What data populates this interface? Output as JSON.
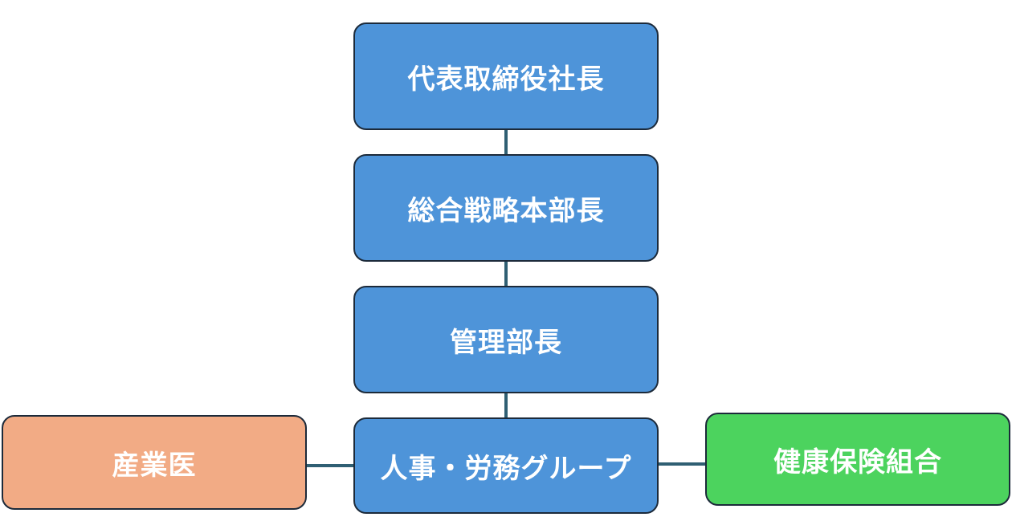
{
  "org_chart": {
    "nodes": {
      "ceo": {
        "label": "代表取締役社長",
        "color": "#4e94d9"
      },
      "strategy_head": {
        "label": "総合戦略本部長",
        "color": "#4e94d9"
      },
      "admin_head": {
        "label": "管理部長",
        "color": "#4e94d9"
      },
      "hr_group": {
        "label": "人事・労務グループ",
        "color": "#4e94d9"
      },
      "occupational_physician": {
        "label": "産業医",
        "color": "#f2ab85"
      },
      "health_insurance": {
        "label": "健康保険組合",
        "color": "#4cd35e"
      }
    },
    "edges": [
      [
        "ceo",
        "strategy_head"
      ],
      [
        "strategy_head",
        "admin_head"
      ],
      [
        "admin_head",
        "hr_group"
      ],
      [
        "occupational_physician",
        "hr_group"
      ],
      [
        "hr_group",
        "health_insurance"
      ]
    ],
    "connector_color": "#2f5f73"
  }
}
